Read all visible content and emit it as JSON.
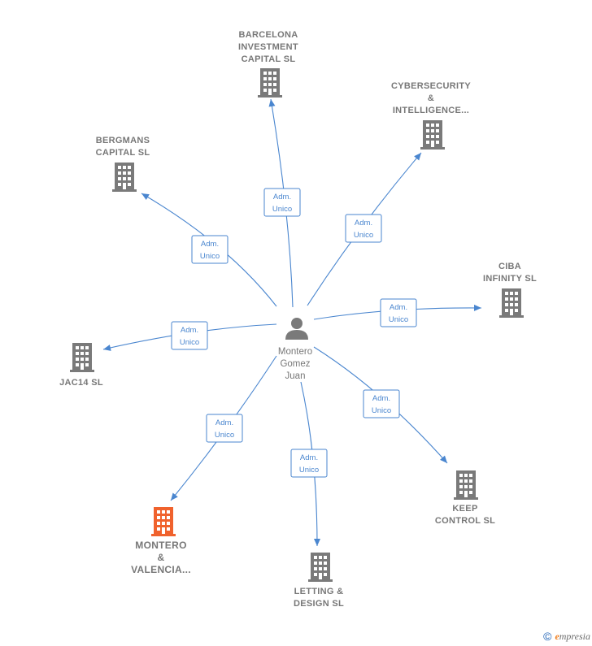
{
  "center": {
    "label_lines": [
      "Montero",
      "Gomez",
      "Juan"
    ],
    "icon": "person-icon"
  },
  "nodes": [
    {
      "id": "barcelona",
      "label_lines": [
        "BARCELONA",
        "INVESTMENT",
        "CAPITAL  SL"
      ],
      "icon": "building-icon",
      "highlight": false,
      "relation": [
        "Adm.",
        "Unico"
      ]
    },
    {
      "id": "cybersecurity",
      "label_lines": [
        "CYBERSECURITY",
        "&",
        "INTELLIGENCE..."
      ],
      "icon": "building-icon",
      "highlight": false,
      "relation": [
        "Adm.",
        "Unico"
      ]
    },
    {
      "id": "bergmans",
      "label_lines": [
        "BERGMANS",
        "CAPITAL  SL"
      ],
      "icon": "building-icon",
      "highlight": false,
      "relation": [
        "Adm.",
        "Unico"
      ]
    },
    {
      "id": "ciba",
      "label_lines": [
        "CIBA",
        "INFINITY  SL"
      ],
      "icon": "building-icon",
      "highlight": false,
      "relation": [
        "Adm.",
        "Unico"
      ]
    },
    {
      "id": "jac14",
      "label_lines": [
        "JAC14  SL"
      ],
      "icon": "building-icon",
      "highlight": false,
      "relation": [
        "Adm.",
        "Unico"
      ]
    },
    {
      "id": "keep",
      "label_lines": [
        "KEEP",
        "CONTROL SL"
      ],
      "icon": "building-icon",
      "highlight": false,
      "relation": [
        "Adm.",
        "Unico"
      ]
    },
    {
      "id": "montero",
      "label_lines": [
        "MONTERO",
        "&",
        "VALENCIA..."
      ],
      "icon": "building-icon",
      "highlight": true,
      "relation": [
        "Adm.",
        "Unico"
      ]
    },
    {
      "id": "letting",
      "label_lines": [
        "LETTING &",
        "DESIGN  SL"
      ],
      "icon": "building-icon",
      "highlight": false,
      "relation": [
        "Adm.",
        "Unico"
      ]
    }
  ],
  "colors": {
    "edge": "#4a86cf",
    "building": "#7a7a7a",
    "building_highlight": "#f0622d",
    "label": "#777777"
  },
  "footer": {
    "copyright": "©",
    "brand_initial": "e",
    "brand_rest": "mpresia"
  }
}
